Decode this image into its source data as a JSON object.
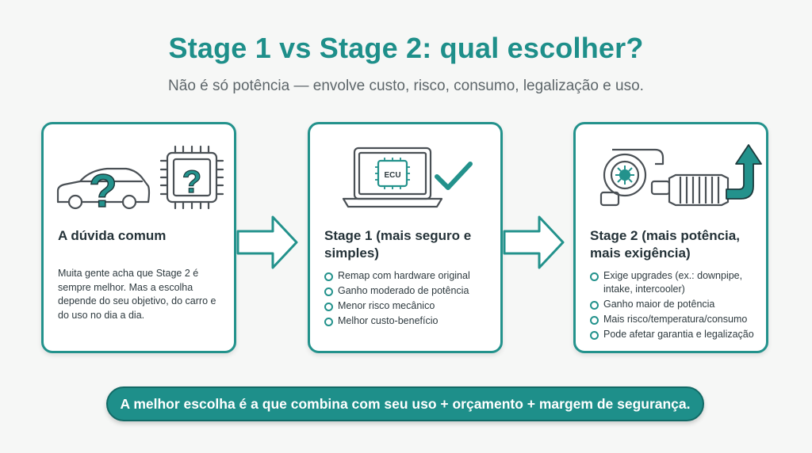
{
  "header": {
    "title": "Stage 1 vs Stage 2: qual escolher?",
    "subtitle": "Não é só potência — envolve custo, risco, consumo, legalização e uso."
  },
  "cards": [
    {
      "title": "A dúvida comum",
      "description": "Muita gente acha que Stage 2 é sempre melhor. Mas a escolha depende do seu objetivo, do carro e do uso no dia a dia.",
      "icons": [
        "car-question-icon",
        "chip-question-icon"
      ]
    },
    {
      "title": "Stage 1 (mais seguro e simples)",
      "icon_label": "ECU",
      "icons": [
        "laptop-ecu-icon",
        "checkmark-icon"
      ],
      "bullets": [
        "Remap com hardware original",
        "Ganho moderado de potência",
        "Menor risco mecânico",
        "Melhor custo-benefício"
      ]
    },
    {
      "title": "Stage 2 (mais potência, mais exigência)",
      "icons": [
        "turbo-icon",
        "intercooler-icon",
        "arrow-up-icon"
      ],
      "bullets": [
        "Exige upgrades (ex.: downpipe, intake, intercooler)",
        "Ganho maior de potência",
        "Mais risco/temperatura/consumo",
        "Pode afetar garantia e legalização"
      ]
    }
  ],
  "footer": {
    "banner": "A melhor escolha é a que combina com seu uso + orçamento + margem de segurança."
  },
  "colors": {
    "accent": "#1e8f8a",
    "border": "#23928c",
    "icon_outline": "#4a5055",
    "text": "#243238"
  }
}
